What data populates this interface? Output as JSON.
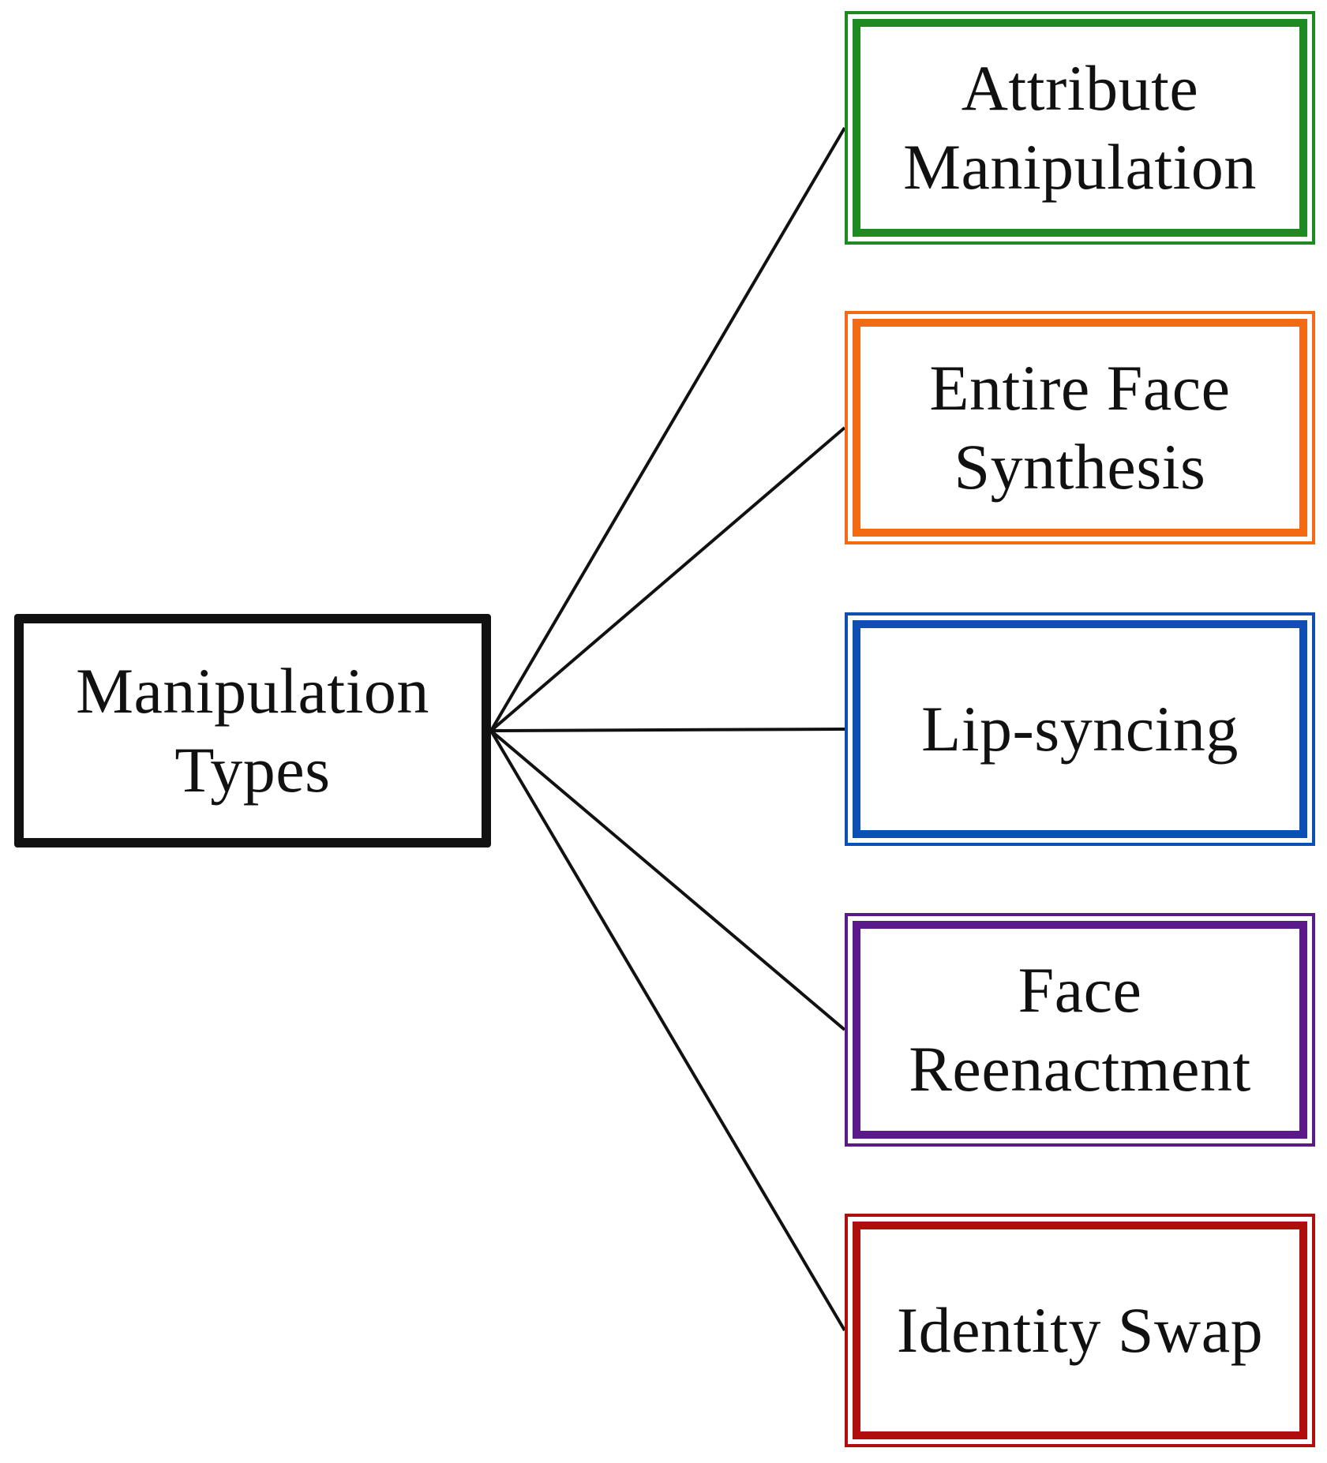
{
  "root": {
    "label": "Manipulation\nTypes",
    "color": "#111111"
  },
  "leaves": [
    {
      "label": "Attribute\nManipulation",
      "color": "#1f8a22"
    },
    {
      "label": "Entire Face\nSynthesis",
      "color": "#f26a12"
    },
    {
      "label": "Lip-syncing",
      "color": "#0d4fb3"
    },
    {
      "label": "Face\nReenactment",
      "color": "#5a1a8a"
    },
    {
      "label": "Identity Swap",
      "color": "#b00d0d"
    }
  ]
}
